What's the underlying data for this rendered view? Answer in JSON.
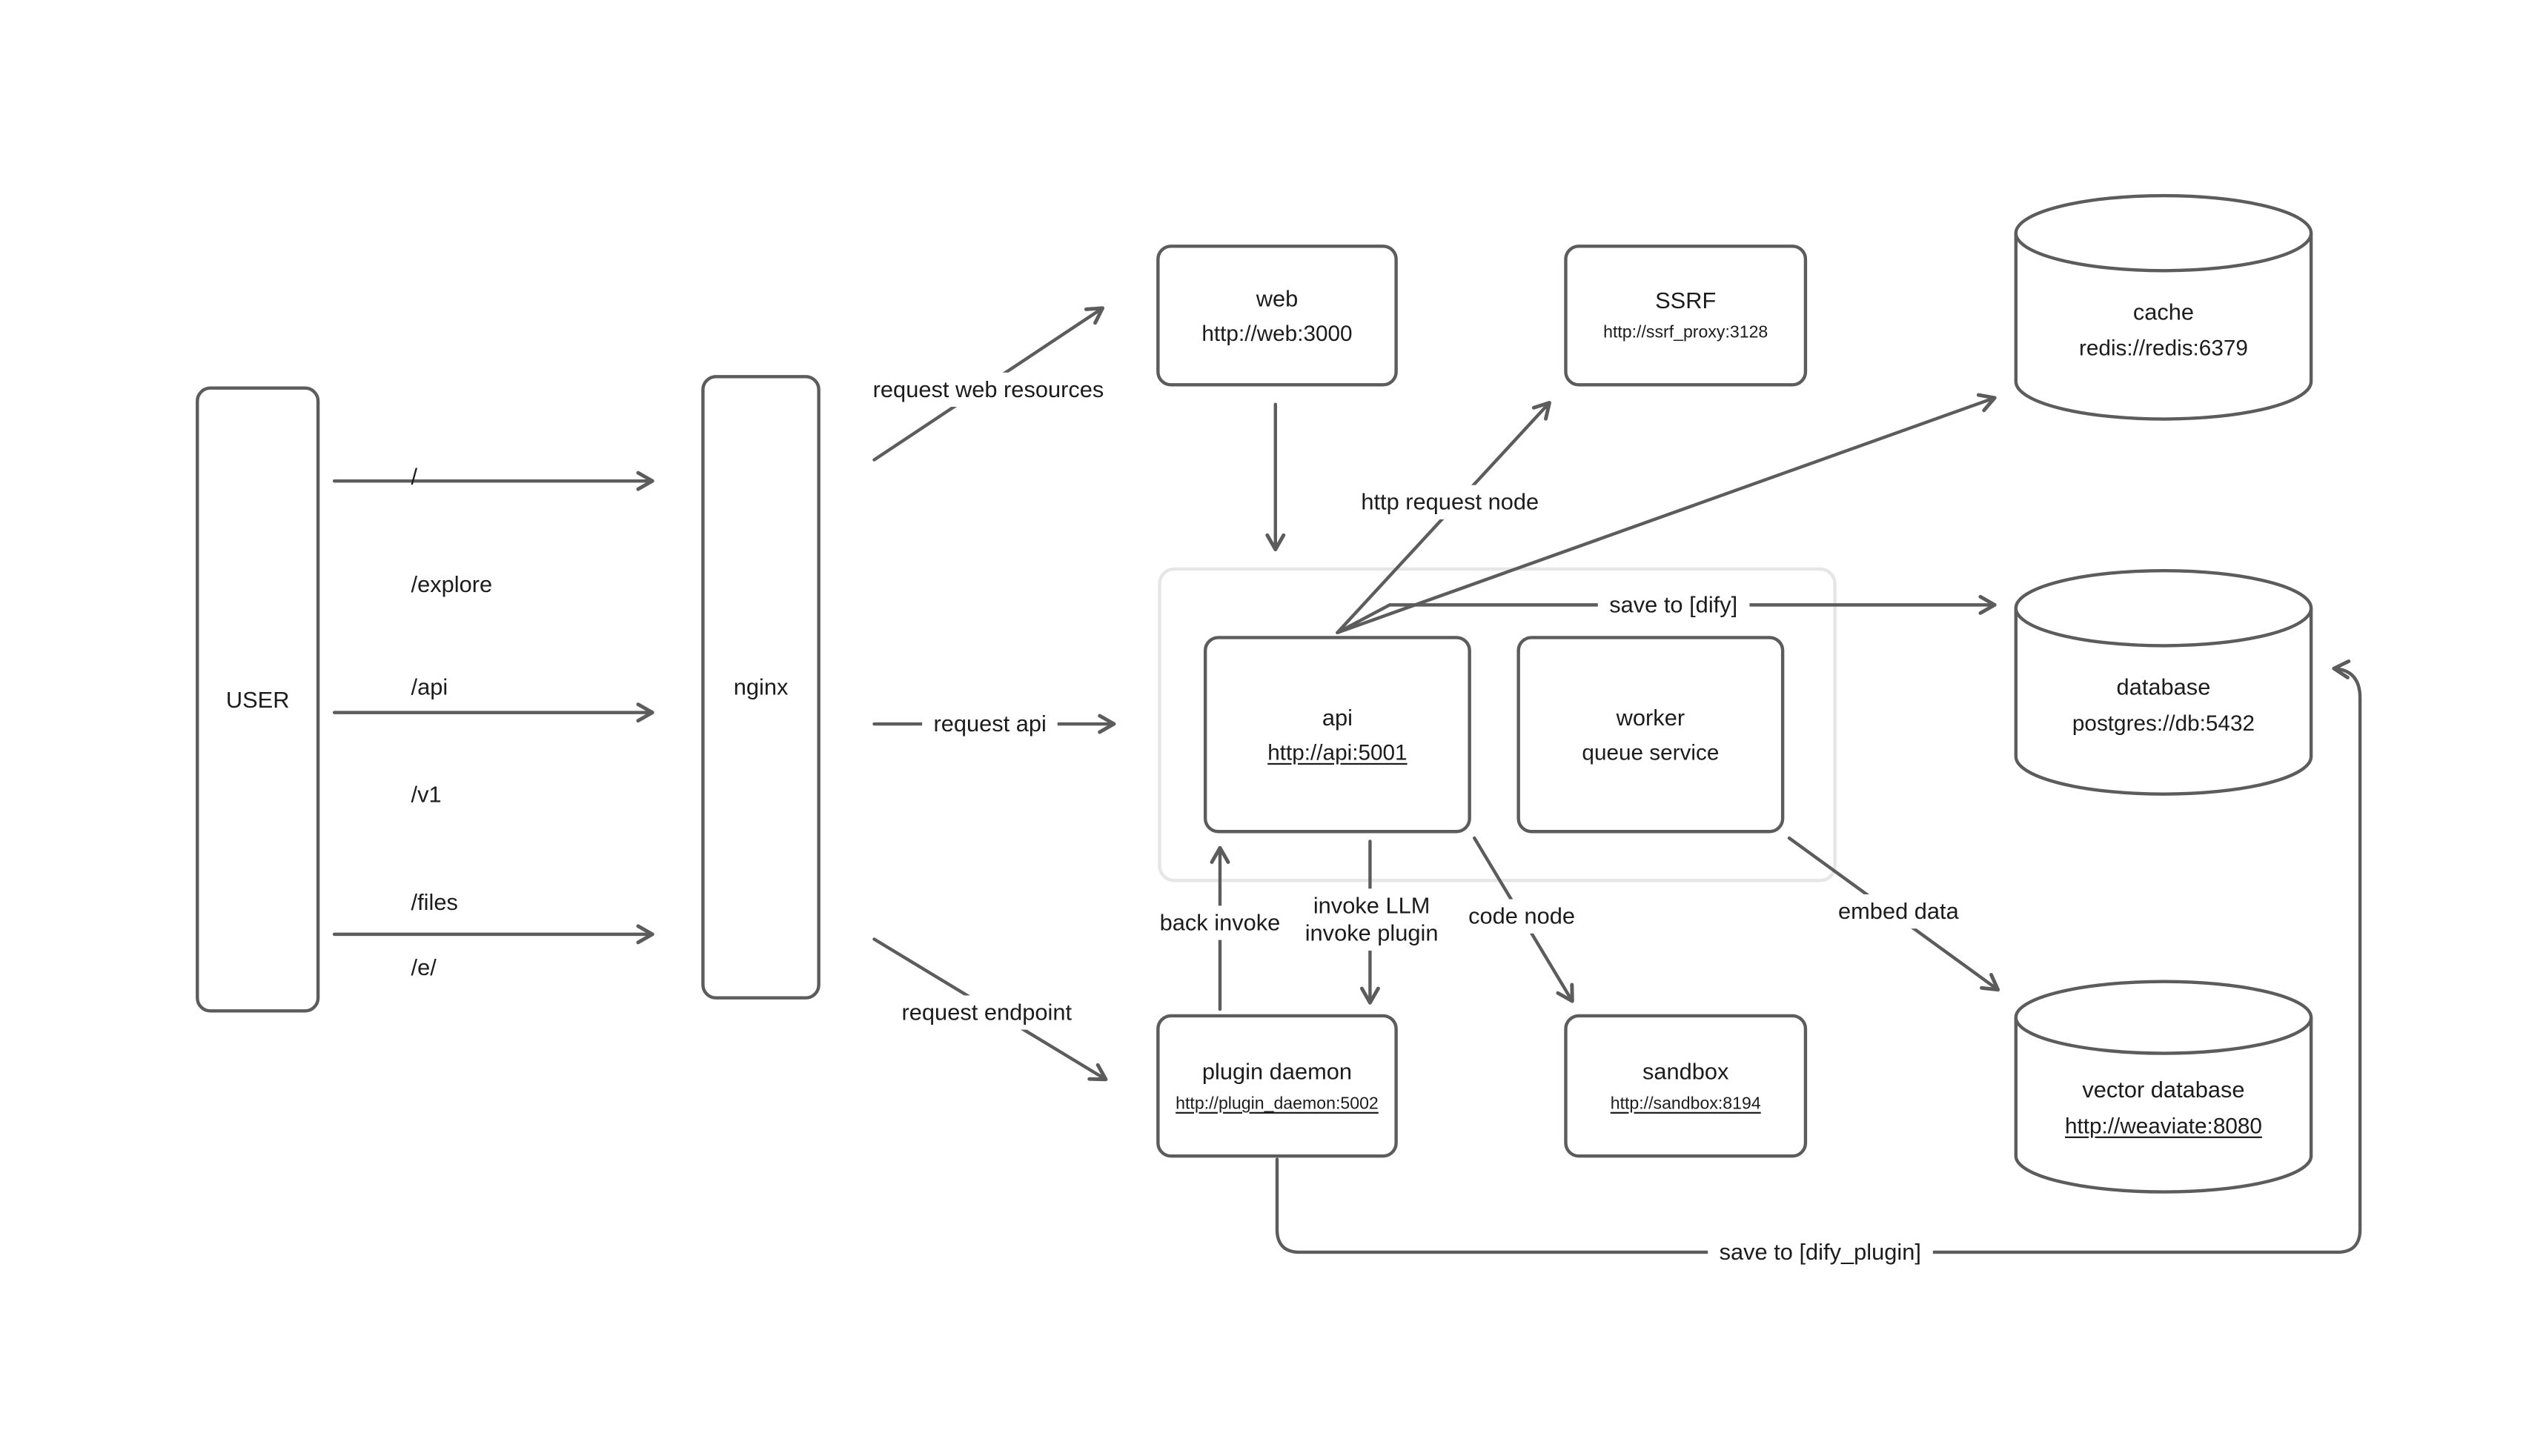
{
  "background": "#ffffff",
  "colors": {
    "stroke": "#5c5c5c",
    "text": "#1c1c1c",
    "group_border": "#e6e6e6"
  },
  "nodes": {
    "user": {
      "title": "USER"
    },
    "nginx": {
      "title": "nginx"
    },
    "web": {
      "title": "web",
      "subtitle": "http://web:3000"
    },
    "ssrf": {
      "title": "SSRF",
      "subtitle": "http://ssrf_proxy:3128"
    },
    "cache": {
      "title": "cache",
      "subtitle": "redis://redis:6379"
    },
    "api": {
      "title": "api",
      "subtitle": "http://api:5001"
    },
    "worker": {
      "title": "worker",
      "subtitle": "queue service"
    },
    "database": {
      "title": "database",
      "subtitle": "postgres://db:5432"
    },
    "plugin_daemon": {
      "title": "plugin daemon",
      "subtitle": "http://plugin_daemon:5002"
    },
    "sandbox": {
      "title": "sandbox",
      "subtitle": "http://sandbox:8194"
    },
    "vector_database": {
      "title": "vector database",
      "subtitle": "http://weaviate:8080"
    }
  },
  "routes": {
    "explore": [
      "/",
      "/explore"
    ],
    "api": [
      "/api",
      "/v1",
      "/files"
    ],
    "e": [
      "/e/"
    ]
  },
  "edges": {
    "request_web": "request web resources",
    "request_api": "request api",
    "request_endpoint": "request endpoint",
    "http_request_node": "http request node",
    "save_to_dify": "save to [dify]",
    "back_invoke": "back invoke",
    "invoke_llm": "invoke LLM",
    "invoke_plugin": "invoke plugin",
    "code_node": "code node",
    "embed_data": "embed data",
    "save_to_dify_plugin": "save to [dify_plugin]"
  }
}
